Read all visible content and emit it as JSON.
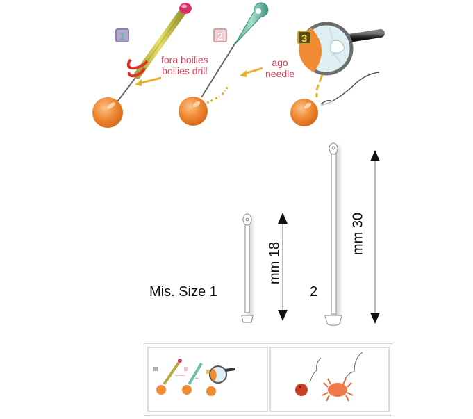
{
  "instructions": {
    "steps": [
      {
        "number": "1",
        "tool": "drill",
        "badge_color": "#b6a5cf"
      },
      {
        "number": "2",
        "tool": "needle",
        "badge_color": "#e8c2c8"
      },
      {
        "number": "3",
        "tool": "magnifier",
        "badge_color": "#e8c94a"
      }
    ],
    "drill_label_line1": "fora boilies",
    "drill_label_line2": "boilies drill",
    "needle_label_line1": "ago",
    "needle_label_line2": "needle",
    "label_color": "#d4415a",
    "boilie_color": "#f08a33"
  },
  "sizes": {
    "caption": "Mis. Size 1",
    "size2_label": "2",
    "size1_length": "mm 18",
    "size2_length": "mm 30"
  },
  "thumbnails": [
    {
      "name": "instructions-thumbnail",
      "selected": false
    },
    {
      "name": "boilie-crab-thumbnail",
      "selected": false
    }
  ]
}
